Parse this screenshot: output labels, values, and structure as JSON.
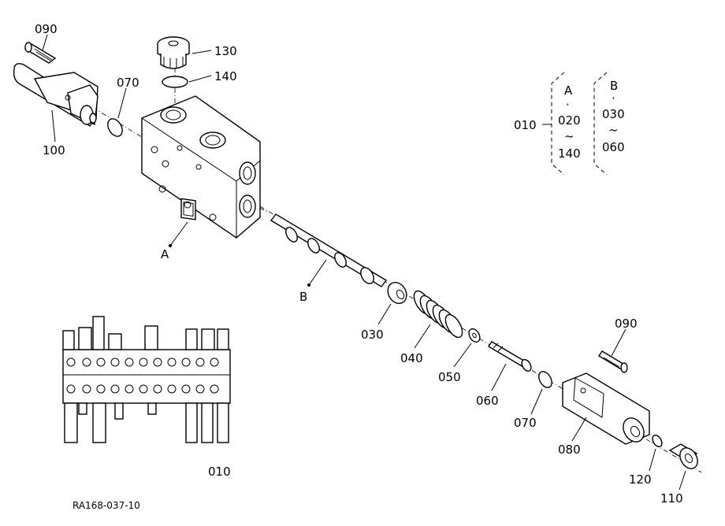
{
  "callouts": {
    "p090_top": "090",
    "p070_top": "070",
    "p100": "100",
    "p130": "130",
    "p140": "140",
    "pA": "A",
    "pB": "B",
    "p030": "030",
    "p040": "040",
    "p050": "050",
    "p060": "060",
    "p070_bottom": "070",
    "p080": "080",
    "p090_bottom": "090",
    "p120": "120",
    "p110": "110",
    "p010_assembly": "010"
  },
  "legend": {
    "assembly": "010",
    "groupA": {
      "letter": "A",
      "dot": "·",
      "from": "020",
      "tilde": "~",
      "to": "140"
    },
    "groupB": {
      "letter": "B",
      "dot": "·",
      "from": "030",
      "tilde": "~",
      "to": "060"
    }
  },
  "figure_code": "RA168-037-10"
}
